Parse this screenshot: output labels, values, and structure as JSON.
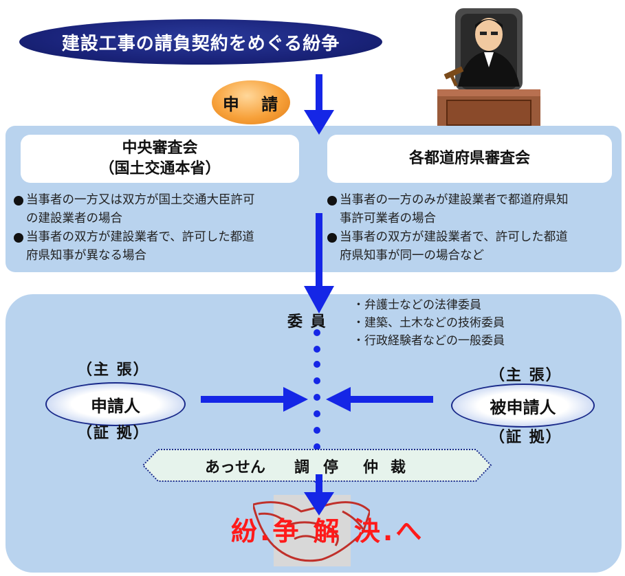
{
  "title": "建設工事の請負契約をめぐる紛争",
  "apply": "申 請",
  "central": {
    "name": "中央審査会",
    "sub": "（国土交通本省）",
    "bullets": [
      [
        "当事者の一方又は双方が国土交通大臣許可",
        "の建設業者の場合"
      ],
      [
        "当事者の双方が建設業者で、許可した都道",
        "府県知事が異なる場合"
      ]
    ]
  },
  "prefectural": {
    "name": "各都道府県審査会",
    "bullets": [
      [
        "当事者の一方のみが建設業者で都道府県知",
        "事許可業者の場合"
      ],
      [
        "当事者の双方が建設業者で、許可した都道",
        "府県知事が同一の場合など"
      ]
    ]
  },
  "members": {
    "label": "委 員",
    "items": [
      "・弁護士などの法律委員",
      "・建築、土木などの技術委員",
      "・行政経験者などの一般委員"
    ]
  },
  "applicant": {
    "claim": "（主 張）",
    "name": "申請人",
    "evidence": "（証 拠）"
  },
  "respondent": {
    "claim": "（主 張）",
    "name": "被申請人",
    "evidence": "（証 拠）"
  },
  "procedures": [
    "あっせん",
    "調",
    "停",
    "仲",
    "裁"
  ],
  "result": "紛.争 解 決.へ",
  "colors": {
    "arrow": "#1526e6",
    "panel": "#b9d3ee",
    "title_bg": "#1a237a",
    "apply_bg": "#f7a13a",
    "result": "#ff1a1a"
  }
}
